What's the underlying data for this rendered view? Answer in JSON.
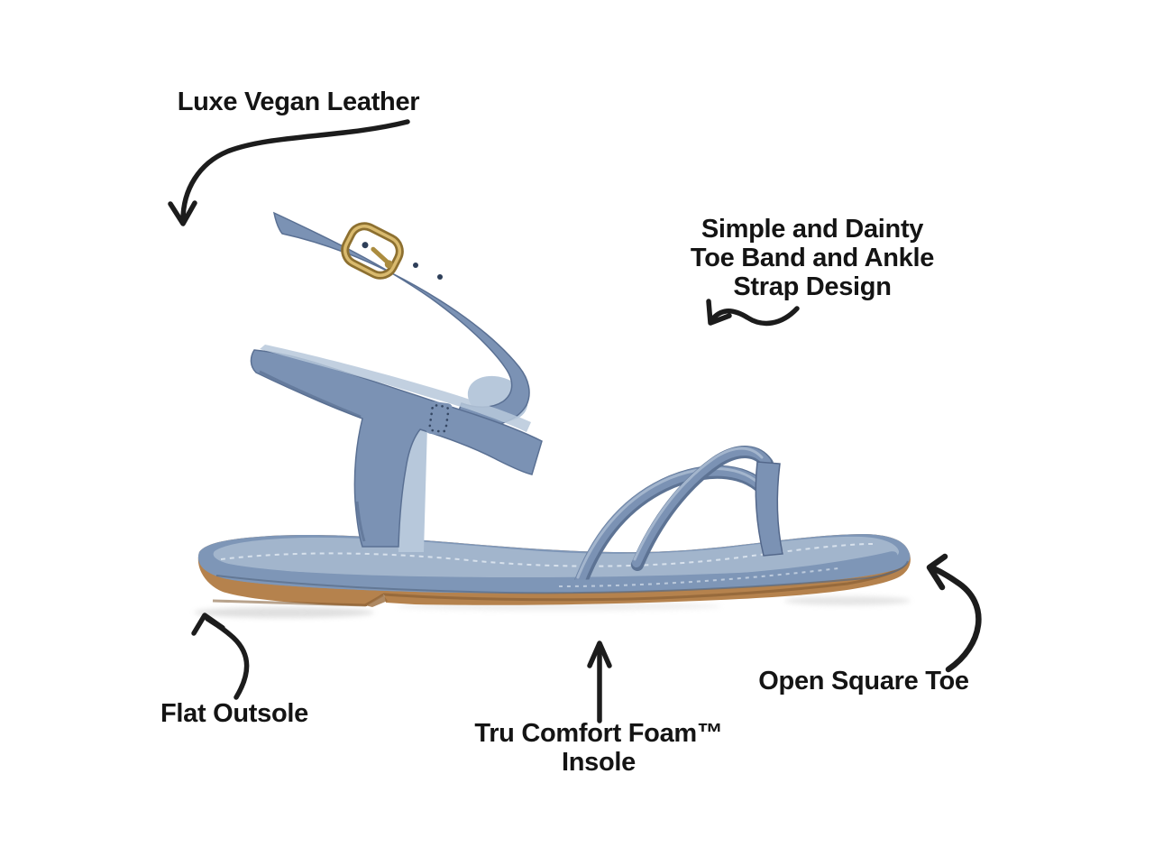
{
  "image": {
    "type": "product-feature-callout",
    "subject": "strappy flat sandal, side view",
    "background": "#ffffff"
  },
  "colors": {
    "label_text": "#141414",
    "arrow": "#1c1c1c",
    "strap_blue": "#7b92b4",
    "strap_blue_dark": "#566c8e",
    "strap_blue_light": "#b7c8db",
    "footbed_blue": "#7e96b7",
    "footbed_top": "#a2b5cc",
    "outsole_tan": "#b5824d",
    "outsole_shadow": "#7d5830",
    "buckle_gold": "#ab8c3f",
    "buckle_gold_light": "#d9ba6e",
    "stitch_white": "#dde6ef"
  },
  "annotations": {
    "vegan_leather": {
      "label": "Luxe Vegan Leather"
    },
    "strap_design": {
      "lines": [
        "Simple and Dainty",
        "Toe Band and Ankle",
        "Strap Design"
      ]
    },
    "flat_outsole": {
      "label": "Flat Outsole"
    },
    "insole": {
      "lines": [
        "Tru Comfort Foam™",
        "Insole"
      ]
    },
    "open_square_toe": {
      "label": "Open Square Toe"
    }
  }
}
